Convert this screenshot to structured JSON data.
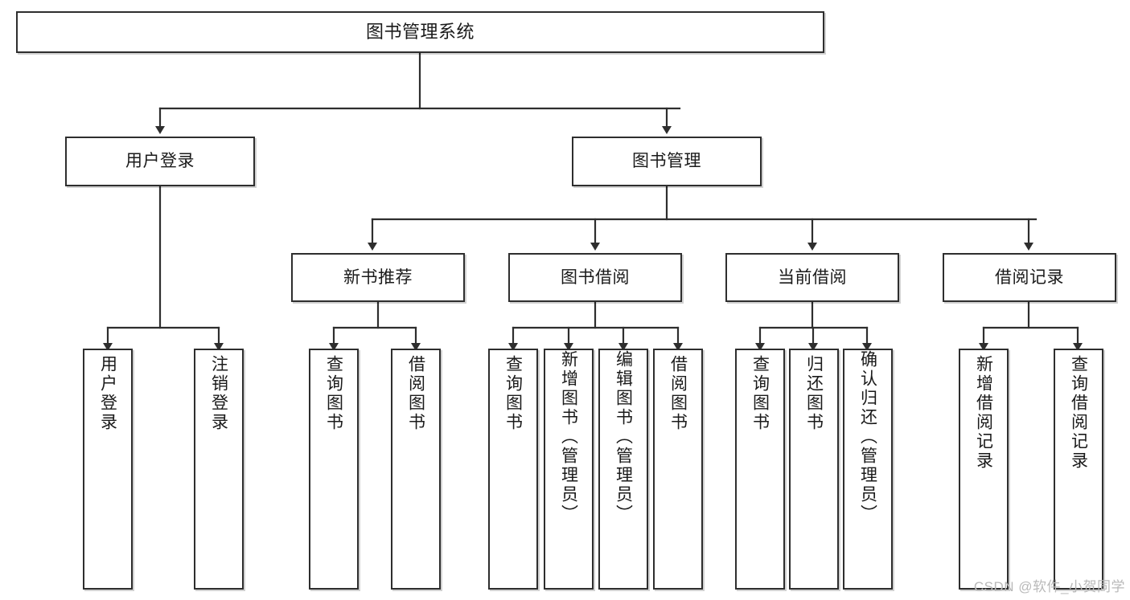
{
  "diagram": {
    "type": "tree-hierarchy",
    "title": "图书管理系统",
    "watermark": "CSDN @软件_小贺同学",
    "colors": {
      "stroke": "#2e2e2e",
      "background": "#ffffff",
      "text": "#1a1a1a",
      "watermark": "#b9b9b9"
    },
    "root": {
      "label": "图书管理系统"
    },
    "level2": [
      {
        "label": "用户登录"
      },
      {
        "label": "图书管理"
      }
    ],
    "level3": [
      {
        "label": "新书推荐"
      },
      {
        "label": "图书借阅"
      },
      {
        "label": "当前借阅"
      },
      {
        "label": "借阅记录"
      }
    ],
    "leaves": {
      "user_login": [
        {
          "label": "用户登录"
        },
        {
          "label": "注销登录"
        }
      ],
      "new_book_recommend": [
        {
          "label": "查询图书"
        },
        {
          "label": "借阅图书"
        }
      ],
      "book_borrow": [
        {
          "label": "查询图书"
        },
        {
          "label": "新增图书（管理员）"
        },
        {
          "label": "编辑图书（管理员）"
        },
        {
          "label": "借阅图书"
        }
      ],
      "current_borrow": [
        {
          "label": "查询图书"
        },
        {
          "label": "归还图书"
        },
        {
          "label": "确认归还（管理员）"
        }
      ],
      "borrow_record": [
        {
          "label": "新增借阅记录"
        },
        {
          "label": "查询借阅记录"
        }
      ]
    }
  }
}
